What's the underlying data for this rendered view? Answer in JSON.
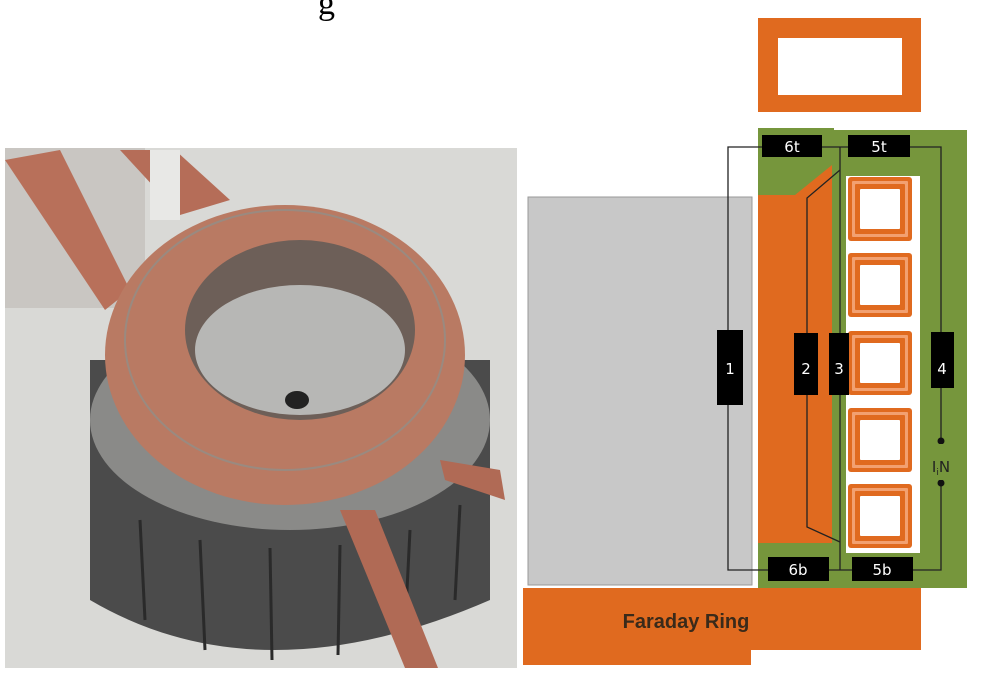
{
  "caption_fragment": "g",
  "photo": {
    "description_icon": "copper-faraday-ring-photo"
  },
  "diagram": {
    "colors": {
      "copper": "#e06a1f",
      "iron": "#76963c",
      "magnet": "#c8c8c8",
      "wire": "#222222",
      "label_bg": "#000000"
    },
    "labels": {
      "l6t": "6t",
      "l5t": "5t",
      "l1": "1",
      "l2": "2",
      "l3": "3",
      "l4": "4",
      "l6b": "6b",
      "l5b": "5b",
      "current_I": "I",
      "current_sub": "i",
      "current_N": "N"
    },
    "faraday_ring": "Faraday Ring"
  }
}
